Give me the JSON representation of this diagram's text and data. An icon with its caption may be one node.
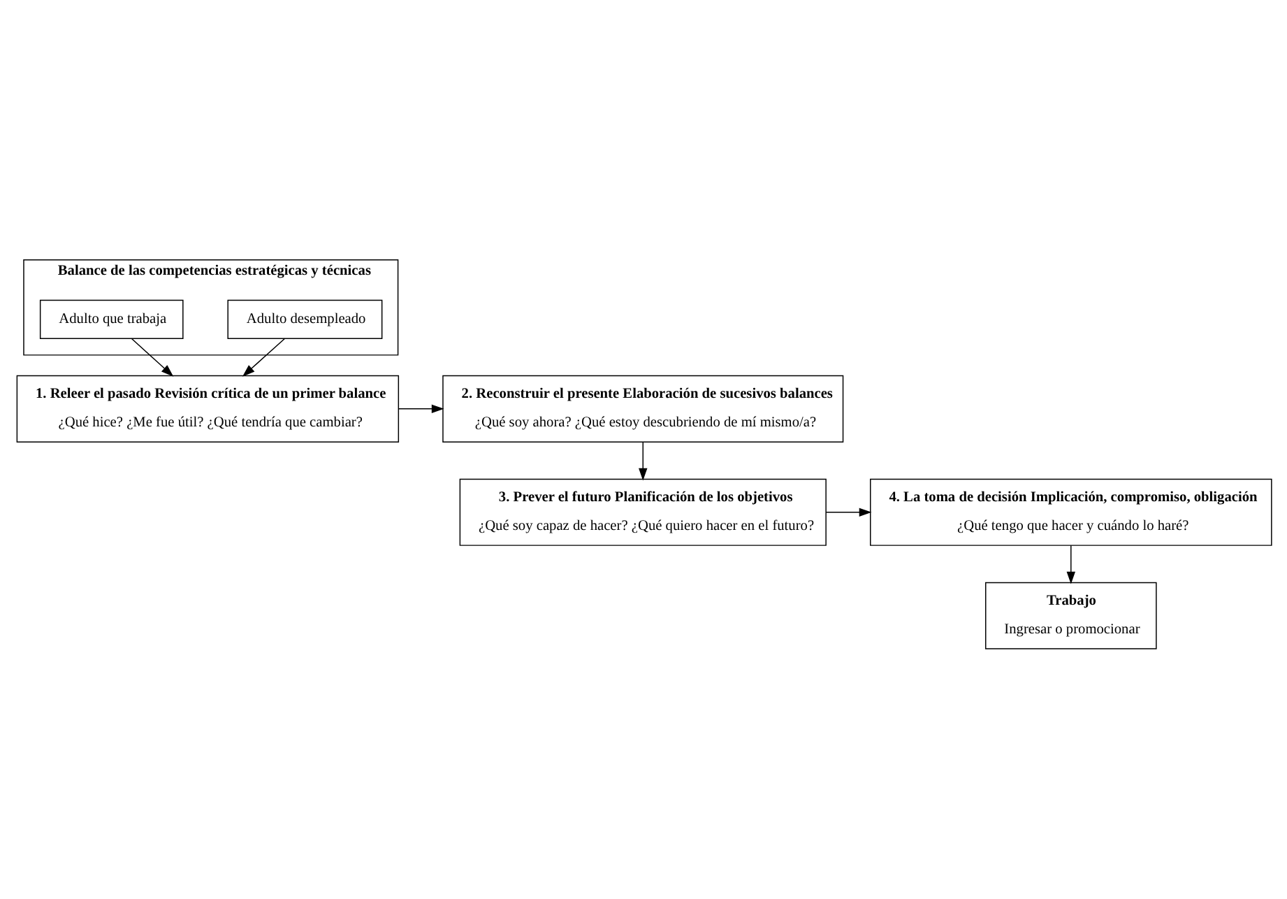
{
  "diagram": {
    "nodes": [
      {
        "text": [
          "Balance de las competencias estratégicas y técnicas"
        ]
      },
      {
        "text": [
          "Adulto desempleado"
        ],
        "in": 0
      },
      {
        "text": [
          "Adulto que trabaja"
        ],
        "in": 0
      },
      {
        "text": [
          "1. Releer el pasado Revisión crítica de un primer balance",
          "¿Qué hice? ¿Me fue útil? ¿Qué tendría que cambiar?"
        ]
      },
      {
        "text": [
          "2. Reconstruir el presente Elaboración de sucesivos balances",
          "¿Qué soy ahora? ¿Qué estoy descubriendo de mí mismo/a?"
        ]
      },
      {
        "text": [
          "3. Prever el futuro Planificación de los objetivos",
          "¿Qué soy capaz de hacer? ¿Qué quiero hacer en el futuro?"
        ]
      },
      {
        "text": [
          "4. La toma de decisión Implicación, compromiso, obligación",
          "¿Qué tengo que hacer y cuándo lo haré?"
        ]
      },
      {
        "text": [
          "Trabajo",
          "Ingresar o promocionar"
        ]
      }
    ],
    "edges": [
      {
        "from": 1,
        "to": 3,
        "arrow": "to"
      },
      {
        "from": 2,
        "to": 3,
        "arrow": "to"
      },
      {
        "from": 3,
        "to": 4,
        "arrow": "to"
      },
      {
        "from": 4,
        "to": 5,
        "arrow": "to"
      },
      {
        "from": 5,
        "to": 6,
        "arrow": "to"
      },
      {
        "from": 6,
        "to": 7,
        "arrow": "to"
      }
    ]
  }
}
